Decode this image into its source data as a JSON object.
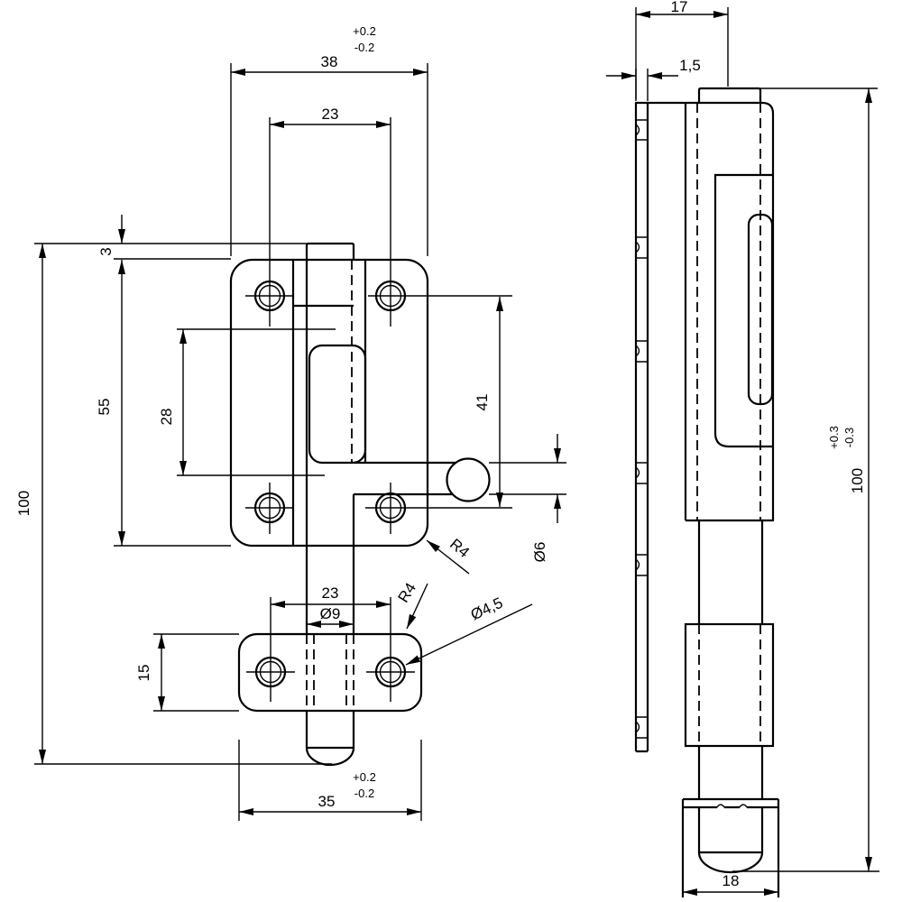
{
  "drawing": {
    "background": "#ffffff",
    "line_color": "#000000",
    "front_view": {
      "name": "front-view",
      "dims": {
        "plate_width": "38",
        "plate_width_tol_plus": "+0.2",
        "plate_width_tol_minus": "-0.2",
        "hole_spacing": "23",
        "bolt_protrusion": "3",
        "plate_height": "55",
        "slot_height": "28",
        "overall_height": "100",
        "hole_row_distance": "41",
        "knob_stem_dia": "Ø6",
        "plate_corner_radius": "R4",
        "keeper_corner_radius": "R4",
        "keeper_hole_spacing": "23",
        "bolt_dia": "Ø9",
        "screw_hole_dia": "Ø4,5",
        "keeper_height": "15",
        "keeper_width": "35",
        "keeper_width_tol_plus": "+0.2",
        "keeper_width_tol_minus": "-0.2"
      }
    },
    "side_view": {
      "name": "side-view",
      "dims": {
        "mount_depth": "17",
        "plate_thickness": "1,5",
        "overall_height": "100",
        "overall_height_tol_plus": "+0.3",
        "overall_height_tol_minus": "-0.3",
        "cap_width": "18"
      }
    }
  }
}
